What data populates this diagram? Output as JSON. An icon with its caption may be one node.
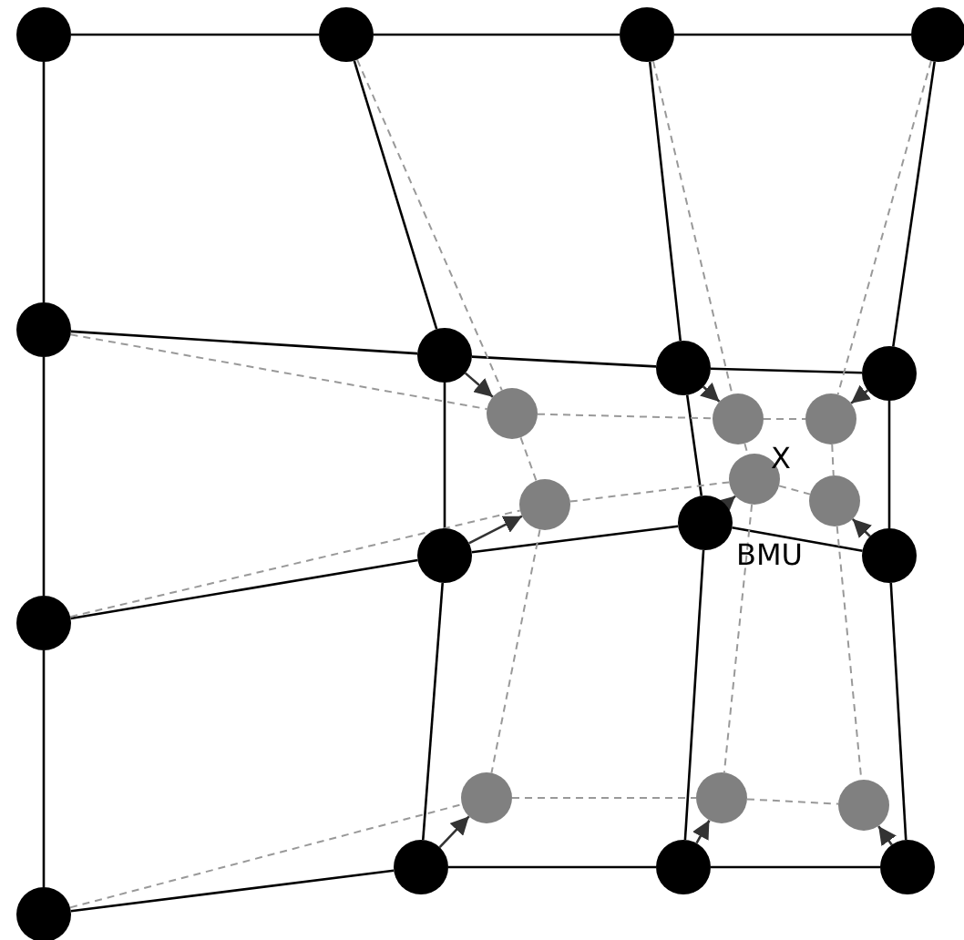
{
  "diagram": {
    "nodes": [
      {
        "text": [],
        "shape": "circle"
      },
      {
        "text": [],
        "shape": "circle"
      },
      {
        "text": [],
        "shape": "circle"
      },
      {
        "text": [],
        "shape": "circle"
      },
      {
        "text": [],
        "shape": "circle"
      },
      {
        "text": [],
        "shape": "circle"
      },
      {
        "text": [],
        "shape": "circle"
      },
      {
        "text": [],
        "shape": "circle"
      },
      {
        "text": [],
        "shape": "circle"
      },
      {
        "text": [],
        "shape": "circle"
      },
      {
        "text": [],
        "shape": "circle"
      },
      {
        "text": [],
        "shape": "circle"
      },
      {
        "text": [],
        "shape": "circle"
      },
      {
        "text": [],
        "shape": "circle"
      },
      {
        "text": [],
        "shape": "circle"
      },
      {
        "text": [],
        "shape": "circle"
      },
      {
        "text": [],
        "shape": "circle"
      },
      {
        "text": [],
        "shape": "circle"
      },
      {
        "text": [],
        "shape": "circle"
      },
      {
        "text": [],
        "shape": "circle"
      },
      {
        "text": [],
        "shape": "circle"
      },
      {
        "text": [],
        "shape": "circle"
      },
      {
        "text": [],
        "shape": "circle"
      },
      {
        "text": [],
        "shape": "circle"
      },
      {
        "text": [],
        "shape": "circle"
      }
    ],
    "edges": [
      {
        "from": 0,
        "to": 1,
        "arrow": "none"
      },
      {
        "from": 1,
        "to": 2,
        "arrow": "none"
      },
      {
        "from": 2,
        "to": 3,
        "arrow": "none"
      },
      {
        "from": 4,
        "to": 5,
        "arrow": "none"
      },
      {
        "from": 5,
        "to": 6,
        "arrow": "none"
      },
      {
        "from": 6,
        "to": 7,
        "arrow": "none"
      },
      {
        "from": 17,
        "to": 15,
        "arrow": "none"
      },
      {
        "from": 15,
        "to": 14,
        "arrow": "none"
      },
      {
        "from": 14,
        "to": 16,
        "arrow": "none"
      },
      {
        "from": 24,
        "to": 21,
        "arrow": "none"
      },
      {
        "from": 21,
        "to": 22,
        "arrow": "none"
      },
      {
        "from": 22,
        "to": 23,
        "arrow": "none"
      },
      {
        "from": 0,
        "to": 4,
        "arrow": "none"
      },
      {
        "from": 4,
        "to": 17,
        "arrow": "none"
      },
      {
        "from": 17,
        "to": 24,
        "arrow": "none"
      },
      {
        "from": 1,
        "to": 5,
        "arrow": "none"
      },
      {
        "from": 5,
        "to": 15,
        "arrow": "none"
      },
      {
        "from": 15,
        "to": 21,
        "arrow": "none"
      },
      {
        "from": 2,
        "to": 6,
        "arrow": "none"
      },
      {
        "from": 6,
        "to": 14,
        "arrow": "none"
      },
      {
        "from": 14,
        "to": 22,
        "arrow": "none"
      },
      {
        "from": 3,
        "to": 7,
        "arrow": "none"
      },
      {
        "from": 7,
        "to": 16,
        "arrow": "none"
      },
      {
        "from": 16,
        "to": 23,
        "arrow": "none"
      },
      {
        "from": 1,
        "to": 8,
        "arrow": "none",
        "style": "dashed",
        "color": "#999999"
      },
      {
        "from": 2,
        "to": 9,
        "arrow": "none",
        "style": "dashed",
        "color": "#999999"
      },
      {
        "from": 3,
        "to": 10,
        "arrow": "none",
        "style": "dashed",
        "color": "#999999"
      },
      {
        "from": 4,
        "to": 8,
        "arrow": "none",
        "style": "dashed",
        "color": "#999999"
      },
      {
        "from": 17,
        "to": 13,
        "arrow": "none",
        "style": "dashed",
        "color": "#999999"
      },
      {
        "from": 24,
        "to": 18,
        "arrow": "none",
        "style": "dashed",
        "color": "#999999"
      },
      {
        "from": 8,
        "to": 9,
        "arrow": "none",
        "style": "dashed",
        "color": "#999999"
      },
      {
        "from": 9,
        "to": 10,
        "arrow": "none",
        "style": "dashed",
        "color": "#999999"
      },
      {
        "from": 13,
        "to": 11,
        "arrow": "none",
        "style": "dashed",
        "color": "#999999"
      },
      {
        "from": 11,
        "to": 12,
        "arrow": "none",
        "style": "dashed",
        "color": "#999999"
      },
      {
        "from": 18,
        "to": 19,
        "arrow": "none",
        "style": "dashed",
        "color": "#999999"
      },
      {
        "from": 19,
        "to": 20,
        "arrow": "none",
        "style": "dashed",
        "color": "#999999"
      },
      {
        "from": 8,
        "to": 13,
        "arrow": "none",
        "style": "dashed",
        "color": "#999999"
      },
      {
        "from": 13,
        "to": 18,
        "arrow": "none",
        "style": "dashed",
        "color": "#999999"
      },
      {
        "from": 9,
        "to": 11,
        "arrow": "none",
        "style": "dashed",
        "color": "#999999"
      },
      {
        "from": 11,
        "to": 19,
        "arrow": "none",
        "style": "dashed",
        "color": "#999999"
      },
      {
        "from": 10,
        "to": 12,
        "arrow": "none",
        "style": "dashed",
        "color": "#999999"
      },
      {
        "from": 12,
        "to": 20,
        "arrow": "none",
        "style": "dashed",
        "color": "#999999"
      },
      {
        "from": 5,
        "to": 8,
        "arrow": "to"
      },
      {
        "from": 6,
        "to": 9,
        "arrow": "to"
      },
      {
        "from": 7,
        "to": 10,
        "arrow": "to"
      },
      {
        "from": 15,
        "to": 13,
        "arrow": "to"
      },
      {
        "from": 14,
        "to": 11,
        "arrow": "to"
      },
      {
        "from": 16,
        "to": 12,
        "arrow": "to"
      },
      {
        "from": 21,
        "to": 18,
        "arrow": "to"
      },
      {
        "from": 22,
        "to": 19,
        "arrow": "to"
      },
      {
        "from": 23,
        "to": 20,
        "arrow": "to"
      }
    ],
    "labels": [
      "X",
      "BMU"
    ]
  }
}
